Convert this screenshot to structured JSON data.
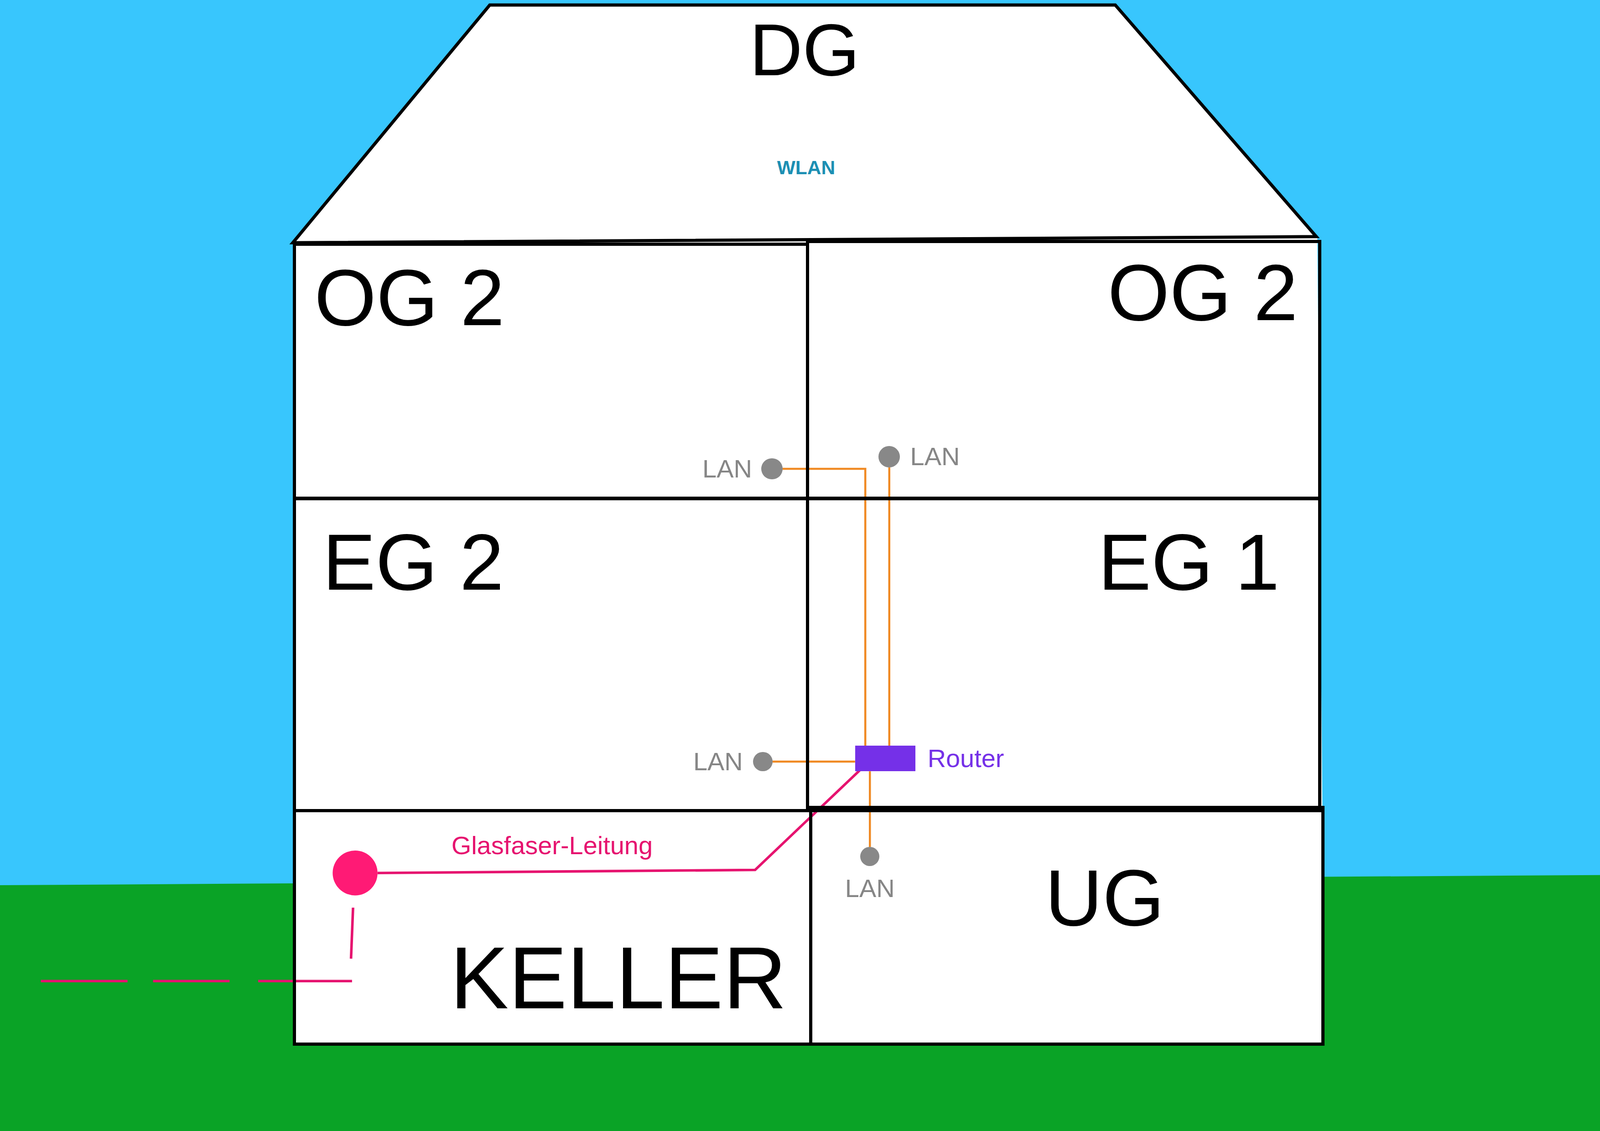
{
  "diagram": {
    "nodes": [
      {
        "text": [
          "DG"
        ]
      },
      {
        "text": [
          "OG 2"
        ]
      },
      {
        "text": [
          "OG 2"
        ]
      },
      {
        "text": [
          "LAN"
        ],
        "in": 1
      },
      {
        "text": [
          "LAN"
        ],
        "in": 2
      },
      {
        "text": [
          "EG 2"
        ]
      },
      {
        "text": [
          "EG 1"
        ]
      },
      {
        "text": [
          "LAN"
        ],
        "in": 5
      },
      {
        "text": [
          "Router"
        ],
        "in": 6
      },
      {
        "text": [
          "KELLER"
        ]
      },
      {
        "text": [
          "UG"
        ]
      },
      {
        "text": [
          "LAN"
        ],
        "in": 10
      }
    ],
    "edges": [
      {
        "from": 8,
        "to": 3,
        "arrow": "none"
      },
      {
        "from": 8,
        "to": 4,
        "arrow": "none"
      },
      {
        "from": 8,
        "to": 7,
        "arrow": "none"
      },
      {
        "from": 8,
        "to": 11,
        "arrow": "none"
      }
    ],
    "labels": [
      "WLAN",
      "Glasfaser-Leitung"
    ]
  }
}
